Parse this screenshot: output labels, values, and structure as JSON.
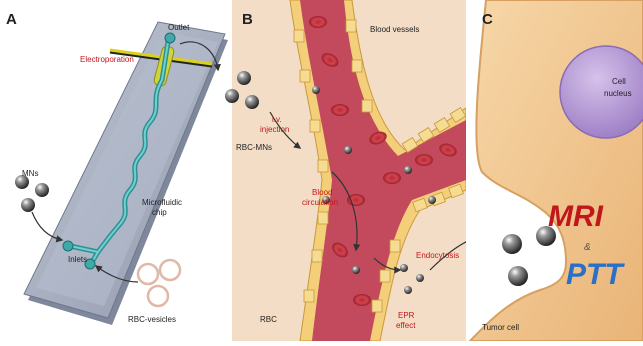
{
  "panels": {
    "a": {
      "letter": "A",
      "outlet": "Outlet",
      "electroporation": "Electroporation",
      "mns": "MNs",
      "microfluidic_line1": "Microfluidic",
      "microfluidic_line2": "chip",
      "inlets": "Inlets",
      "rbc_vesicles": "RBC-vesicles"
    },
    "b": {
      "letter": "B",
      "blood_vessels": "Blood vessels",
      "iv_line1": "i.v.",
      "iv_line2": "injection",
      "rbc_mns": "RBC-MNs",
      "blood_line1": "Blood",
      "blood_line2": "circulation",
      "rbc": "RBC",
      "epr_line1": "EPR",
      "epr_line2": "effect",
      "endocytosis": "Endocytosis"
    },
    "c": {
      "letter": "C",
      "cell_line1": "Cell",
      "cell_line2": "nucleus",
      "mri": "MRI",
      "amp": "&",
      "ptt": "PTT",
      "tumor_cell": "Tumor cell"
    }
  },
  "colors": {
    "chip": "#aab2c4",
    "channel": "#3fa8a8",
    "electrode": "#d9d11c",
    "vessel": "#c24a5c",
    "vessel_wall": "#f3cf7a",
    "tissue": "#f5dcc4",
    "cell": "#f0c48e",
    "nucleus": "#b69ad3",
    "label_red": "#c0171c",
    "label_blue": "#2a6fc8"
  }
}
